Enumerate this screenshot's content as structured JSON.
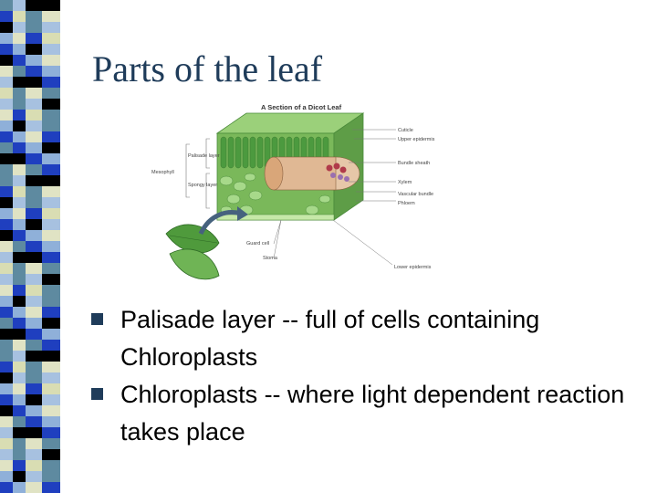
{
  "slide": {
    "title": "Parts of the leaf",
    "bullets": [
      "Palisade layer -- full of cells containing Chloroplasts",
      "Chloroplasts -- where light dependent reaction takes place"
    ]
  },
  "figure": {
    "title": "A Section of a Dicot Leaf",
    "labels": {
      "cuticle": "Cuticle",
      "upper_epidermis": "Upper epidermis",
      "palisade": "Palisade layer",
      "mesophyll": "Mesophyll",
      "spongy": "Spongy layer",
      "bundle_sheath": "Bundle sheath",
      "xylem": "Xylem",
      "vascular_bundle": "Vascular bundle",
      "phloem": "Phloem",
      "guard_cell": "Guard cell",
      "stoma": "Stoma",
      "lower_epidermis": "Lower epidermis"
    }
  },
  "colors": {
    "title": "#1f3c5a",
    "bullet": "#1f3c5a",
    "leaf_dark": "#3d8a3a",
    "leaf_light": "#8fcc6a",
    "arrow": "#46627e"
  }
}
